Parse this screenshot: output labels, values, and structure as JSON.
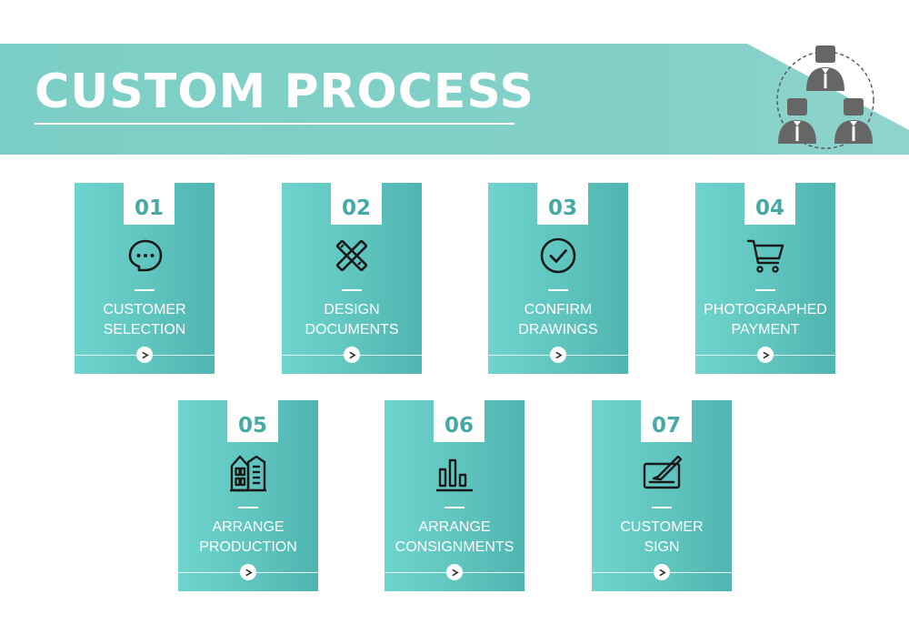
{
  "header": {
    "title": "CUSTOM PROCESS",
    "icon": "team-icon"
  },
  "colors": {
    "banner": "#83d0c8",
    "card_light": "#6ed4cd",
    "card_dark": "#4fb5b0",
    "number_text": "#45aaa5",
    "icon_stroke": "#1a1a1a",
    "team_icon": "#666666"
  },
  "steps": [
    {
      "number": "01",
      "line1": "CUSTOMER",
      "line2": "SELECTION",
      "icon": "chat-icon"
    },
    {
      "number": "02",
      "line1": "DESIGN",
      "line2": "DOCUMENTS",
      "icon": "ruler-pencil-icon"
    },
    {
      "number": "03",
      "line1": "CONFIRM",
      "line2": "DRAWINGS",
      "icon": "check-circle-icon"
    },
    {
      "number": "04",
      "line1": "PHOTOGRAPHED",
      "line2": "PAYMENT",
      "icon": "cart-icon"
    },
    {
      "number": "05",
      "line1": "ARRANGE",
      "line2": "PRODUCTION",
      "icon": "factory-icon"
    },
    {
      "number": "06",
      "line1": "ARRANGE",
      "line2": "CONSIGNMENTS",
      "icon": "bar-chart-icon"
    },
    {
      "number": "07",
      "line1": "CUSTOMER",
      "line2": "SIGN",
      "icon": "sign-icon"
    }
  ]
}
